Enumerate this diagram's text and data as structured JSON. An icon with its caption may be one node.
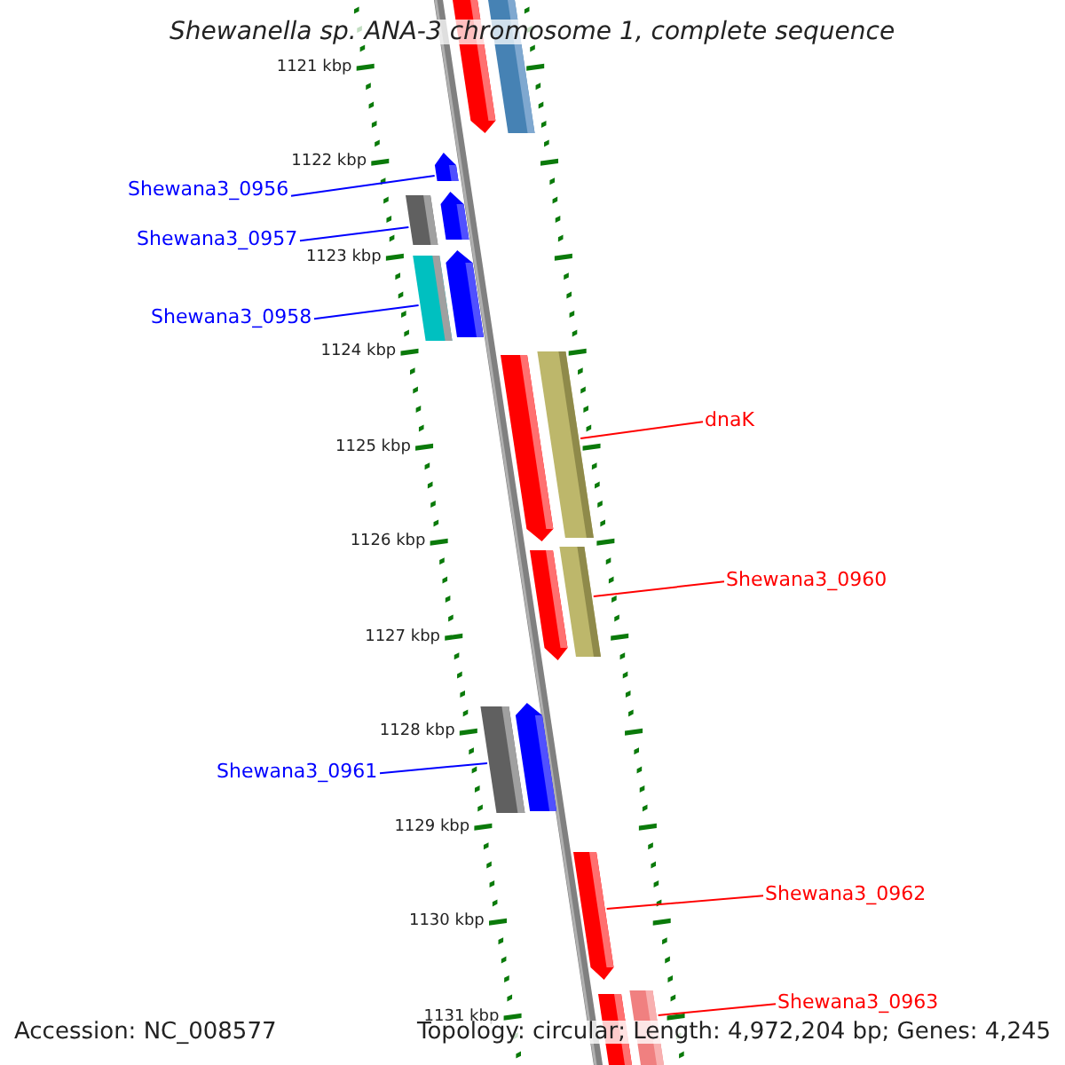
{
  "diagram": {
    "title": "Shewanella sp. ANA-3 chromosome 1, complete sequence",
    "nodes": [
      {
        "text": [
          "Shewana3_0956"
        ]
      },
      {
        "text": [
          "Shewana3_0957"
        ]
      },
      {
        "text": [
          "Shewana3_0958"
        ]
      },
      {
        "text": [
          "dnaK"
        ]
      },
      {
        "text": [
          "Shewana3_0960"
        ]
      },
      {
        "text": [
          "Shewana3_0961"
        ]
      },
      {
        "text": [
          "Shewana3_0962"
        ]
      },
      {
        "text": [
          "Shewana3_0963"
        ]
      },
      {
        "text": [],
        "shape": "pentagon"
      },
      {
        "text": [],
        "shape": "pentagon"
      },
      {
        "text": [],
        "shape": "pentagon"
      },
      {
        "text": [],
        "shape": "bar"
      },
      {
        "text": [],
        "shape": "pentagon"
      },
      {
        "text": [],
        "shape": "bar"
      },
      {
        "text": [],
        "shape": "pentagon"
      },
      {
        "text": [],
        "shape": "pentagon"
      },
      {
        "text": [],
        "shape": "bar"
      },
      {
        "text": [],
        "shape": "pentagon"
      },
      {
        "text": [],
        "shape": "bar"
      },
      {
        "text": [],
        "shape": "bar"
      },
      {
        "text": [],
        "shape": "pentagon"
      },
      {
        "text": [],
        "shape": "pentagon"
      },
      {
        "text": [],
        "shape": "bar"
      },
      {
        "text": [],
        "shape": "bar"
      }
    ],
    "edges": [
      {
        "from": 0,
        "to": 10,
        "arrow": "none",
        "color": "#0000ff"
      },
      {
        "from": 1,
        "to": 11,
        "arrow": "none",
        "color": "#0000ff"
      },
      {
        "from": 2,
        "to": 13,
        "arrow": "none",
        "color": "#0000ff"
      },
      {
        "from": 3,
        "to": 16,
        "arrow": "none",
        "color": "#ff0000"
      },
      {
        "from": 4,
        "to": 18,
        "arrow": "none",
        "color": "#ff0000"
      },
      {
        "from": 5,
        "to": 19,
        "arrow": "none",
        "color": "#0000ff"
      },
      {
        "from": 6,
        "to": 21,
        "arrow": "none",
        "color": "#ff0000"
      },
      {
        "from": 7,
        "to": 23,
        "arrow": "none",
        "color": "#ff0000"
      }
    ],
    "labels": [
      "1121 kbp",
      "1122 kbp",
      "1123 kbp",
      "1124 kbp",
      "1125 kbp",
      "1126 kbp",
      "1127 kbp",
      "1128 kbp",
      "1129 kbp",
      "1130 kbp",
      "1131 kbp",
      "Accession: NC_008577",
      "Topology: circular; Length: 4,972,204 bp; Genes: 4,245"
    ]
  }
}
